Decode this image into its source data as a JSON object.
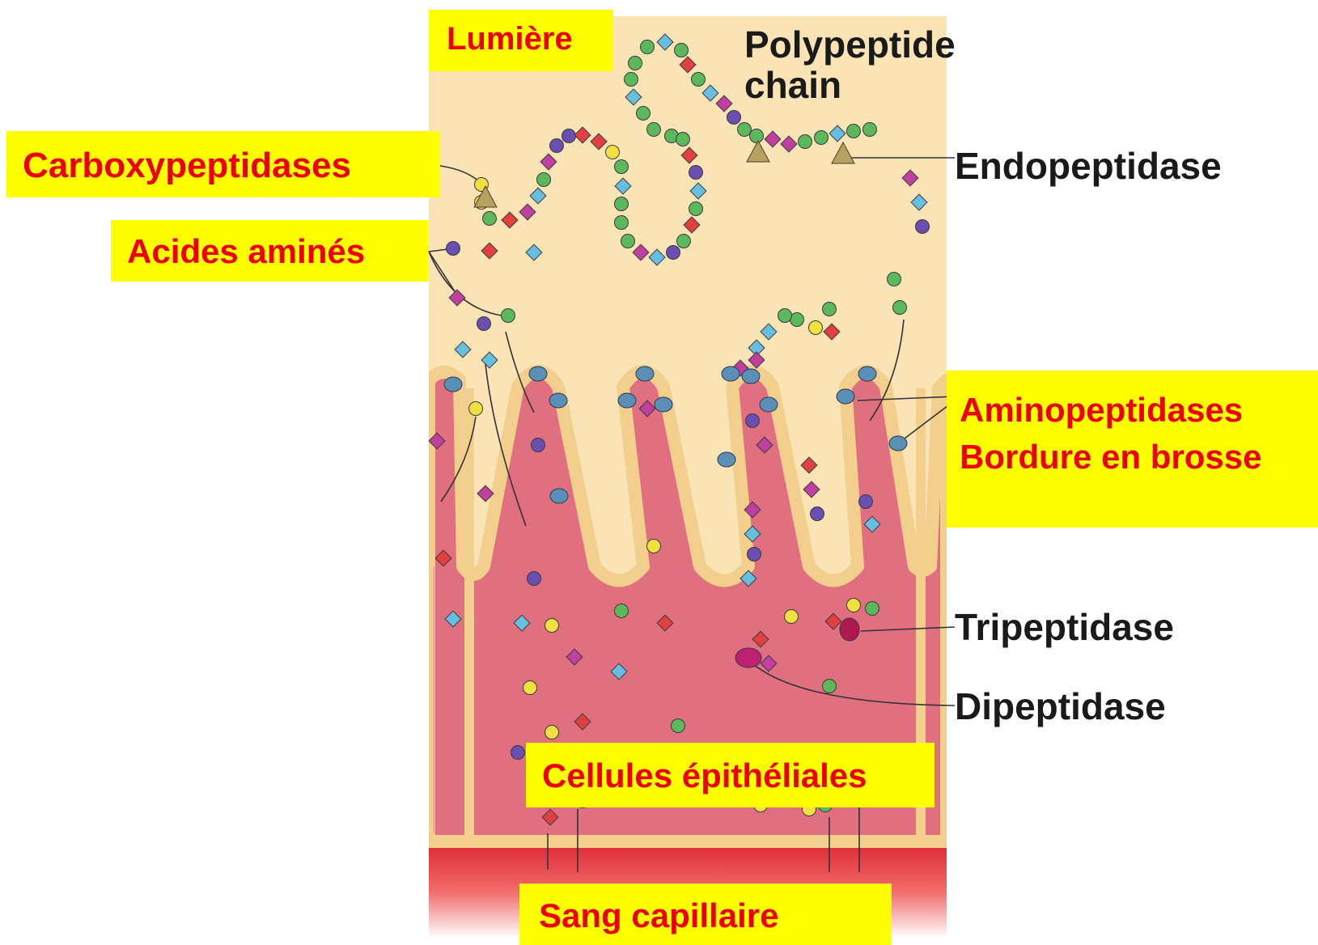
{
  "labels": {
    "lumiere": "Lumière",
    "carboxypeptidases": "Carboxypeptidases",
    "acides_amines": "Acides aminés",
    "aminopeptidases": "Aminopeptidases",
    "bordure_en_brosse": "Bordure en brosse",
    "cellules_epitheliales": "Cellules épithéliales",
    "sang_capillaire": "Sang capillaire"
  },
  "english_labels": {
    "polypeptide_line1": "Polypeptide",
    "polypeptide_line2": "chain",
    "endopeptidase": "Endopeptidase",
    "tripeptidase": "Tripeptidase",
    "dipeptidase": "Dipeptidase"
  },
  "colors": {
    "label_background": "#ffff00",
    "label_text": "#ee0000",
    "english_label_text": "#1a1a1a",
    "lumen": "#fae3b5",
    "epithelium": "#e0707f",
    "membrane": "#f3cf8e",
    "blood": "#e8242a",
    "amino_acid_green": "#5cb85c",
    "amino_acid_purple": "#6b4fb0",
    "amino_acid_red": "#e04040",
    "amino_acid_magenta": "#c040a0",
    "amino_acid_blue": "#66bfe0",
    "amino_acid_yellow": "#f0e040",
    "enzyme_brush_border": "#5a8fb8",
    "enzyme_endopeptidase": "#b8a060",
    "enzyme_tripeptidase": "#b01850",
    "enzyme_dipeptidase": "#c02070"
  }
}
